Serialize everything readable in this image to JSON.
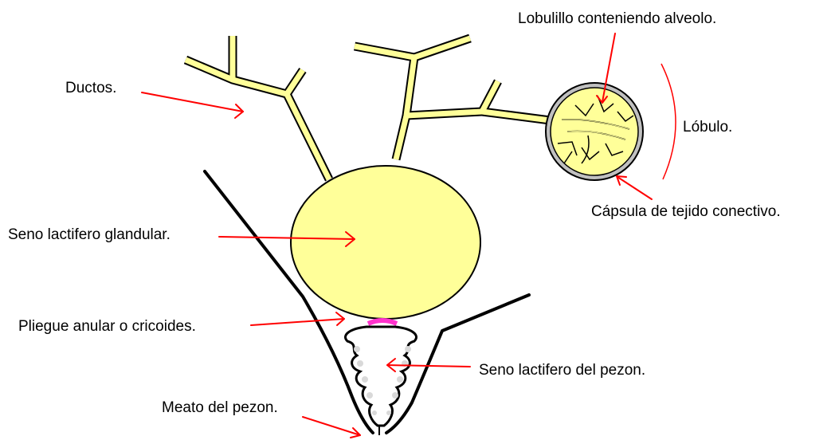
{
  "labels": {
    "lobulillo": "Lobulillo conteniendo alveolo.",
    "ductos": "Ductos.",
    "lobulo": "Lóbulo.",
    "capsula": "Cápsula de tejido conectivo.",
    "seno_glandular": "Seno lactifero glandular.",
    "pliegue": "Pliegue anular o cricoides.",
    "seno_pezon": "Seno lactifero del pezon.",
    "meato": "Meato del pezon."
  },
  "colors": {
    "gland_fill": "#ffff99",
    "outline": "#000000",
    "arrow": "#ff0000",
    "annular_fold": "#ff33cc",
    "capsule": "#c0c0c0",
    "teat_fold": "#d9d9d9",
    "background": "#ffffff"
  }
}
